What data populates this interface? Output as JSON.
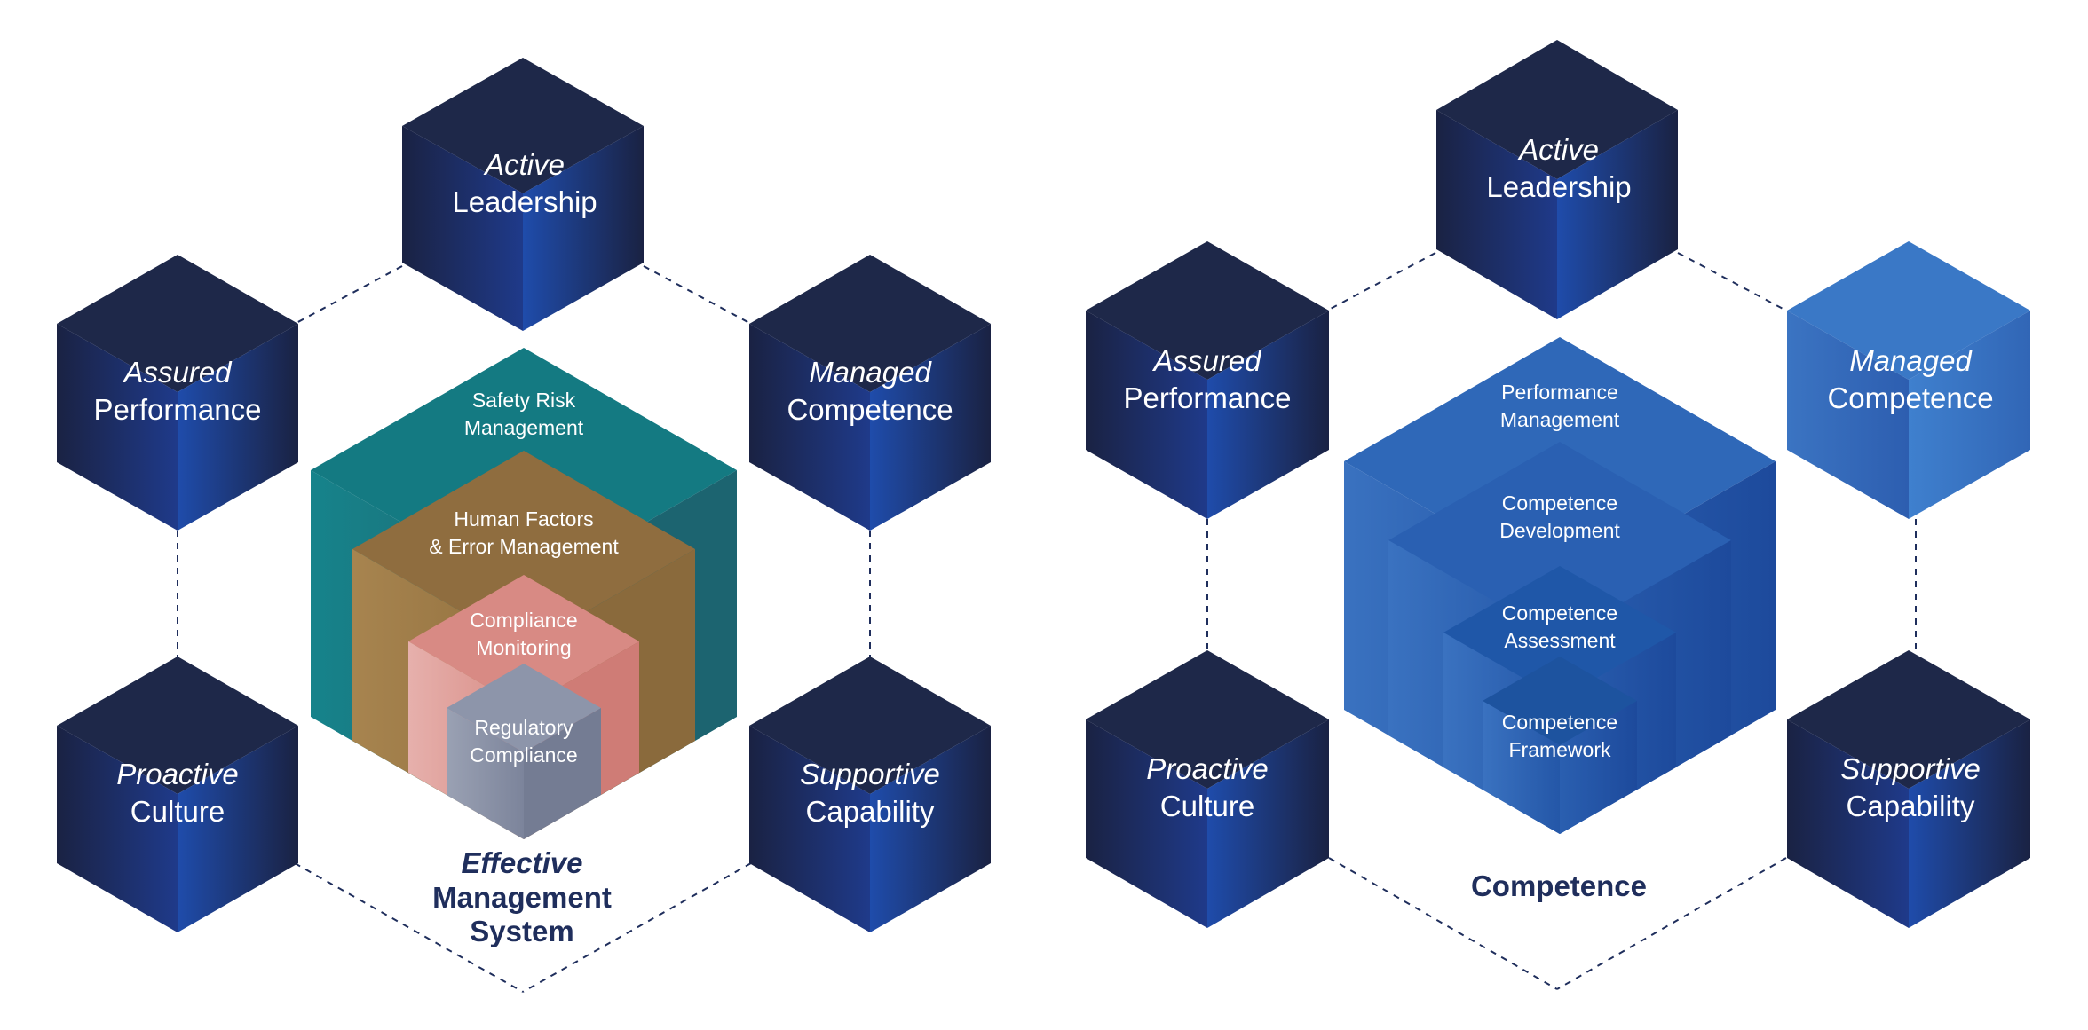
{
  "colors": {
    "navy_dark": "#1e2849",
    "navy_mid": "#1d2f6e",
    "blue_bright": "#1e4fae",
    "blue_light": "#3d7cc9",
    "teal": "#167f86",
    "tan": "#9c7a48",
    "salmon": "#d98a84",
    "slate": "#8a92a8",
    "caption_text": "#1f2e5c"
  },
  "left_diagram": {
    "cubes": [
      {
        "id": "active-leadership",
        "line1": "Active",
        "line2": "Leadership"
      },
      {
        "id": "assured-performance",
        "line1": "Assured",
        "line2": "Performance"
      },
      {
        "id": "managed-competence",
        "line1": "Managed",
        "line2": "Competence"
      },
      {
        "id": "proactive-culture",
        "line1": "Proactive",
        "line2": "Culture"
      },
      {
        "id": "supportive-capability",
        "line1": "Supportive",
        "line2": "Capability"
      }
    ],
    "nested_layers": [
      {
        "line1": "Safety Risk",
        "line2": "Management"
      },
      {
        "line1": "Human Factors",
        "line2": "& Error Management"
      },
      {
        "line1": "Compliance",
        "line2": "Monitoring"
      },
      {
        "line1": "Regulatory",
        "line2": "Compliance"
      }
    ],
    "caption": {
      "line1": "Effective",
      "line2": "Management",
      "line3": "System"
    }
  },
  "right_diagram": {
    "cubes": [
      {
        "id": "active-leadership",
        "line1": "Active",
        "line2": "Leadership"
      },
      {
        "id": "assured-performance",
        "line1": "Assured",
        "line2": "Performance"
      },
      {
        "id": "managed-competence",
        "line1": "Managed",
        "line2": "Competence",
        "highlight": true
      },
      {
        "id": "proactive-culture",
        "line1": "Proactive",
        "line2": "Culture"
      },
      {
        "id": "supportive-capability",
        "line1": "Supportive",
        "line2": "Capability"
      }
    ],
    "nested_layers": [
      {
        "line1": "Performance",
        "line2": "Management"
      },
      {
        "line1": "Competence",
        "line2": "Development"
      },
      {
        "line1": "Competence",
        "line2": "Assessment"
      },
      {
        "line1": "Competence",
        "line2": "Framework"
      }
    ],
    "caption": {
      "line1": "Competence"
    }
  }
}
